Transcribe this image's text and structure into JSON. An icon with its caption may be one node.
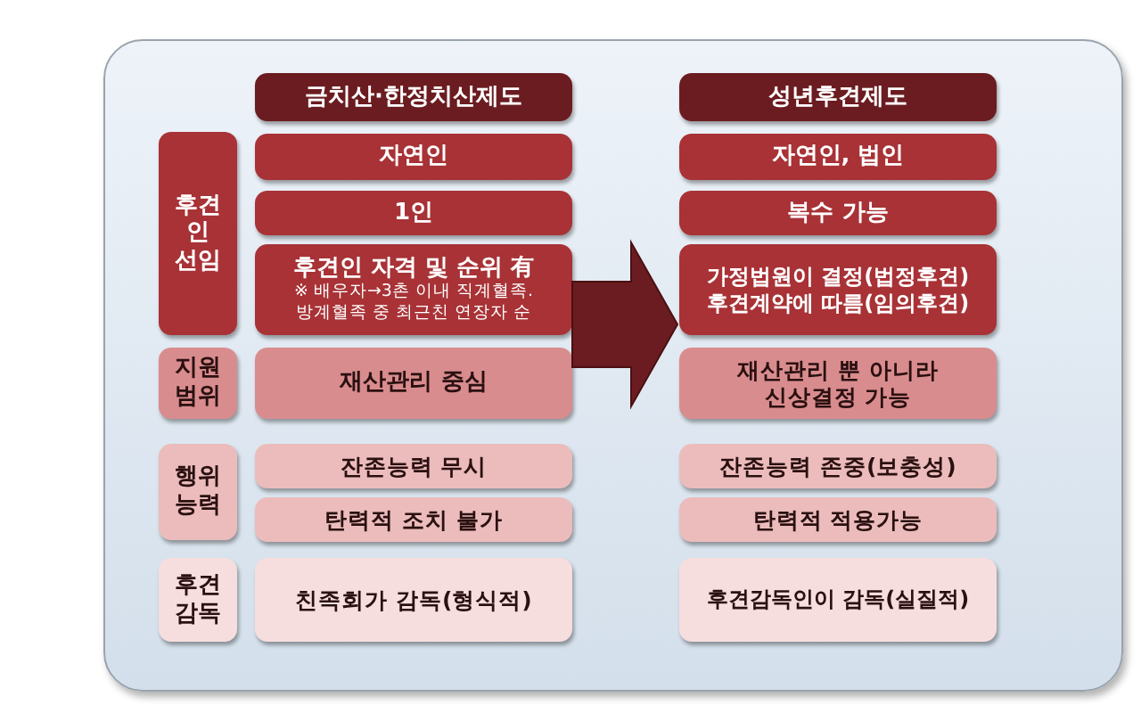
{
  "diagram": {
    "nodes": [
      {
        "text": [],
        "shape": "box"
      },
      {
        "text": [
          "금치산·한정치산제도"
        ],
        "in": 0
      },
      {
        "text": [
          "성년후견제도"
        ],
        "in": 0
      },
      {
        "text": [
          "후견 인 선임"
        ],
        "in": 0
      },
      {
        "text": [
          "자연인"
        ],
        "in": 0
      },
      {
        "text": [
          "자연인, 법인"
        ],
        "in": 0
      },
      {
        "text": [
          "1인"
        ],
        "in": 0
      },
      {
        "text": [
          "복수 가능"
        ],
        "in": 0
      },
      {
        "text": [
          "후견인 자격 및 순위 有",
          "※ 배우자→3촌 이내 직계혈족. 방계혈족 중 최근친 연장자 순"
        ],
        "in": 0
      },
      {
        "text": [
          "가정법원이 결정(법정후견) 후견계약에 따름(임의후견)"
        ],
        "in": 0
      },
      {
        "text": [
          "지원 범위"
        ],
        "in": 0
      },
      {
        "text": [
          "재산관리 중심"
        ],
        "in": 0
      },
      {
        "text": [
          "재산관리 뿐 아니라 신상결정 가능"
        ],
        "in": 0
      },
      {
        "text": [
          "행위 능력"
        ],
        "in": 0
      },
      {
        "text": [
          "잔존능력 무시"
        ],
        "in": 0
      },
      {
        "text": [
          "잔존능력 존중(보충성)"
        ],
        "in": 0
      },
      {
        "text": [
          "탄력적 조치 불가"
        ],
        "in": 0
      },
      {
        "text": [
          "탄력적 적용가능"
        ],
        "in": 0
      },
      {
        "text": [
          "후견 감독"
        ],
        "in": 0
      },
      {
        "text": [
          "친족회가 감독(형식적)"
        ],
        "in": 0
      },
      {
        "text": [
          "후견감독인이 감독(실질적)"
        ],
        "in": 0
      }
    ],
    "edges": [
      {
        "from": 8,
        "to": 9,
        "arrow": "to",
        "style": "thick"
      }
    ]
  }
}
